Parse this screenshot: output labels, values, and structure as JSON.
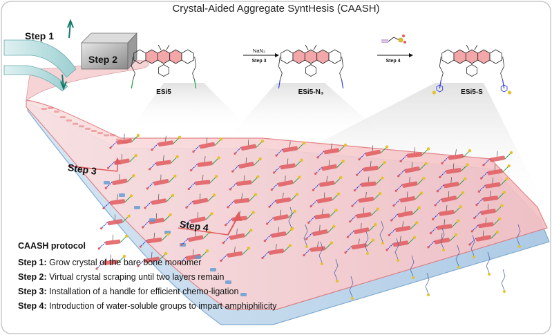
{
  "title": "Crystal-Aided Aggregate SyntHesis (CAASH)",
  "figure_steps": {
    "step1": "Step 1",
    "step2": "Step 2",
    "step3": "Step 3",
    "step4": "Step 4"
  },
  "molecules": [
    {
      "label": "ESi5"
    },
    {
      "label": "ESi5-N₃"
    },
    {
      "label": "ESi5-S"
    }
  ],
  "reactions": [
    {
      "reagent": "NaN₃",
      "step": "Step 3"
    },
    {
      "reagent": "",
      "step": "Step 4"
    }
  ],
  "protocol": {
    "heading": "CAASH protocol",
    "items": [
      {
        "label": "Step 1:",
        "text": "Grow crystal of the bare bone monomer"
      },
      {
        "label": "Step 2:",
        "text": "Virtual crystal scraping until two layers remain"
      },
      {
        "label": "Step 3:",
        "text": "Installation of a handle for efficient chemo-ligation"
      },
      {
        "label": "Step 4:",
        "text": "Introduction of water-soluble groups to impart amphiphilicity"
      }
    ]
  },
  "colors": {
    "pink_layer": "#f7c9cb",
    "pink_edge": "#e0787c",
    "blue_layer": "#b9d3ea",
    "blue_edge": "#7aa8cf",
    "dye_red": "#e05a5e",
    "azide_blue": "#2c3fd9",
    "sulfonate_yellow": "#e5c22b",
    "teal_arrow": "#147a6a"
  }
}
